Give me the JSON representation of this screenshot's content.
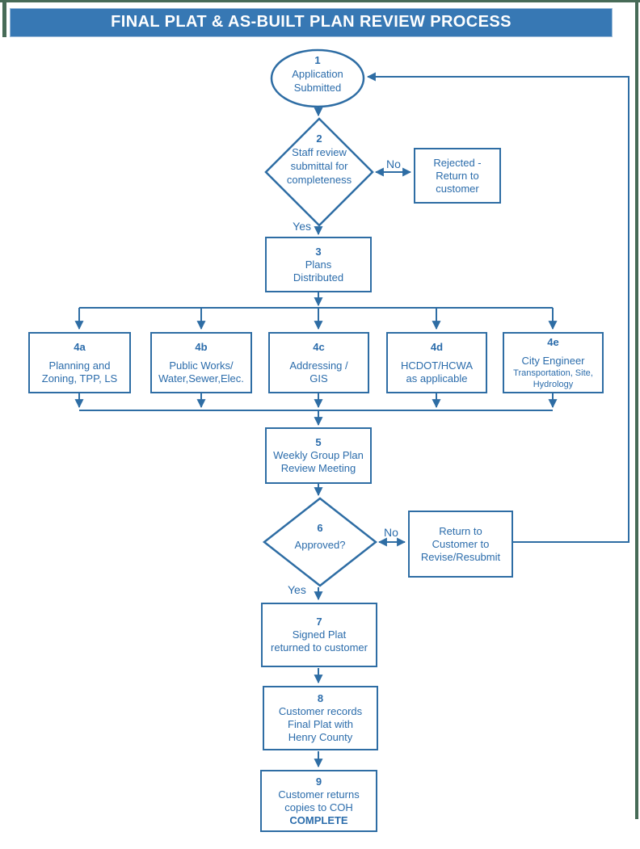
{
  "title": "FINAL PLAT & AS-BUILT PLAN REVIEW PROCESS",
  "colors": {
    "line": "#2e6da4",
    "ink": "#2b6cab",
    "banner_bg": "#3778b4",
    "banner_border": "#9dbcd9",
    "banner_text": "#ffffff",
    "frame": "#476b57"
  },
  "labels": {
    "no_top": "No",
    "yes_top": "Yes",
    "no_bottom": "No",
    "yes_bottom": "Yes"
  },
  "nodes": {
    "n1": {
      "number": "1",
      "lines": [
        "Application",
        "Submitted"
      ]
    },
    "n2": {
      "number": "2",
      "lines": [
        "Staff review",
        "submittal for",
        "completeness"
      ]
    },
    "rejected": {
      "lines": [
        "Rejected -",
        "Return to",
        "customer"
      ]
    },
    "n3": {
      "number": "3",
      "lines": [
        "Plans",
        "Distributed"
      ]
    },
    "n4a": {
      "number": "4a",
      "lines": [
        "Planning and",
        "Zoning, TPP, LS"
      ]
    },
    "n4b": {
      "number": "4b",
      "lines": [
        "Public Works/",
        "Water,Sewer,Elec."
      ]
    },
    "n4c": {
      "number": "4c",
      "lines": [
        "Addressing /",
        "GIS"
      ]
    },
    "n4d": {
      "number": "4d",
      "lines": [
        "HCDOT/HCWA",
        "as applicable"
      ]
    },
    "n4e": {
      "number": "4e",
      "lines": [
        "City Engineer",
        "Transportation, Site,",
        "Hydrology"
      ]
    },
    "n5": {
      "number": "5",
      "lines": [
        "Weekly Group Plan",
        "Review Meeting"
      ]
    },
    "n6": {
      "number": "6",
      "lines": [
        "Approved?"
      ]
    },
    "return_box": {
      "lines": [
        "Return to",
        "Customer to",
        "Revise/Resubmit"
      ]
    },
    "n7": {
      "number": "7",
      "lines": [
        "Signed Plat",
        "returned to customer"
      ]
    },
    "n8": {
      "number": "8",
      "lines": [
        "Customer records",
        "Final Plat with",
        "Henry County"
      ]
    },
    "n9": {
      "number": "9",
      "lines": [
        "Customer returns",
        "copies to COH"
      ],
      "emphasis": "COMPLETE"
    }
  }
}
